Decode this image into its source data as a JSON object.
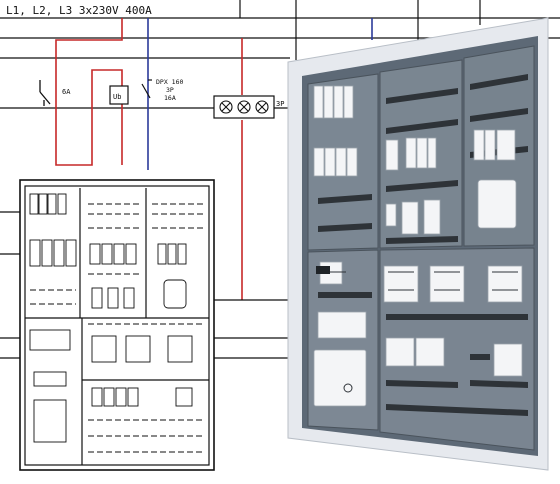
{
  "header": {
    "supply_label": "L1, L2, L3 3x230V 400A"
  },
  "schematic": {
    "breaker_rating": "6A",
    "relay_symbol": "Ub",
    "rcd_label": [
      "DPX 160",
      "3P",
      "16A"
    ],
    "lamp_group_label": "3P"
  },
  "colors": {
    "phase_wire": "#c62828",
    "neutral_wire": "#2b3a9a",
    "line_black": "#111111",
    "cabinet_frame": "#e6e9ee",
    "cabinet_interior": "#5d6976",
    "rail_dark": "#2e3338",
    "module_white": "#f4f5f7"
  }
}
